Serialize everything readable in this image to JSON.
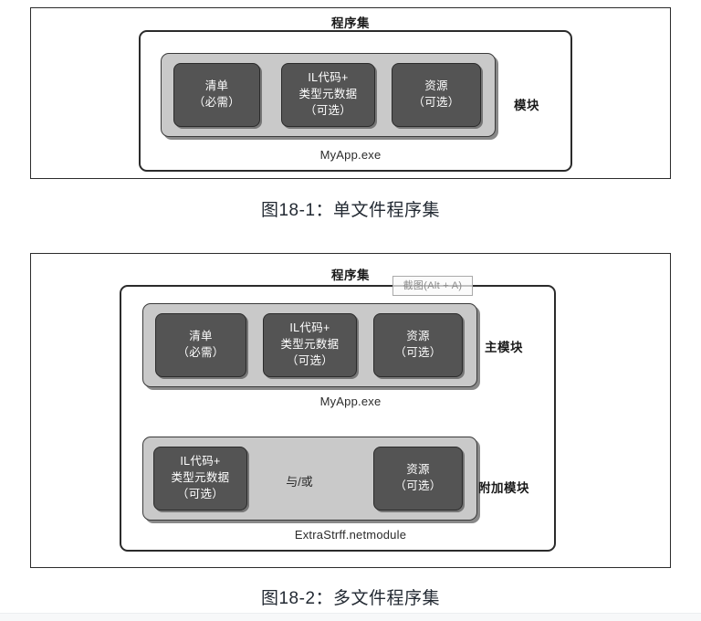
{
  "figures": [
    {
      "id": "fig-18-1",
      "assembly_title": "程序集",
      "module_label": "模块",
      "filename": "MyApp.exe",
      "caption": "图18-1：单文件程序集",
      "bands": [
        {
          "id": "band-main",
          "cells": [
            {
              "text": "清单\n（必需）"
            },
            {
              "text": "IL代码+\n类型元数据\n（可选）"
            },
            {
              "text": "资源\n（可选）"
            }
          ]
        }
      ]
    },
    {
      "id": "fig-18-2",
      "assembly_title": "程序集",
      "caption": "图18-2：多文件程序集",
      "main_module_label": "主模块",
      "main_filename": "MyApp.exe",
      "extra_module_label": "附加模块",
      "extra_filename": "ExtraStrff.netmodule",
      "andor_text": "与/或",
      "main_cells": [
        {
          "text": "清单\n（必需）"
        },
        {
          "text": "IL代码+\n类型元数据\n（可选）"
        },
        {
          "text": "资源\n（可选）"
        }
      ],
      "extra_cells": [
        {
          "text": "IL代码+\n类型元数据\n（可选）"
        },
        {
          "text": "资源\n（可选）"
        }
      ]
    }
  ],
  "overlay": {
    "snip_tooltip": "截图(Alt + A)"
  },
  "colors": {
    "cell_fill": "#545454",
    "band_fill": "#c9c9c9",
    "border": "#2b2b2b",
    "caption_text": "#232a33"
  }
}
